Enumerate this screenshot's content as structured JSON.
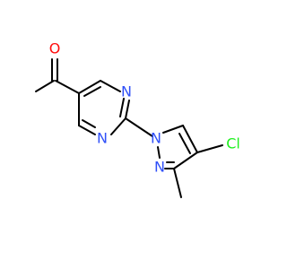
{
  "molecule": {
    "atoms": [
      {
        "id": "o-aldehyde",
        "label": "O",
        "color": "#ff0d0d"
      },
      {
        "id": "n-pyrimidine-1",
        "label": "N",
        "color": "#3050f8"
      },
      {
        "id": "n-pyrimidine-2",
        "label": "N",
        "color": "#3050f8"
      },
      {
        "id": "n-pyrazole-1",
        "label": "N",
        "color": "#3050f8"
      },
      {
        "id": "n-pyrazole-2",
        "label": "N",
        "color": "#3050f8"
      },
      {
        "id": "cl",
        "label": "Cl",
        "color": "#1ff01f"
      }
    ]
  }
}
